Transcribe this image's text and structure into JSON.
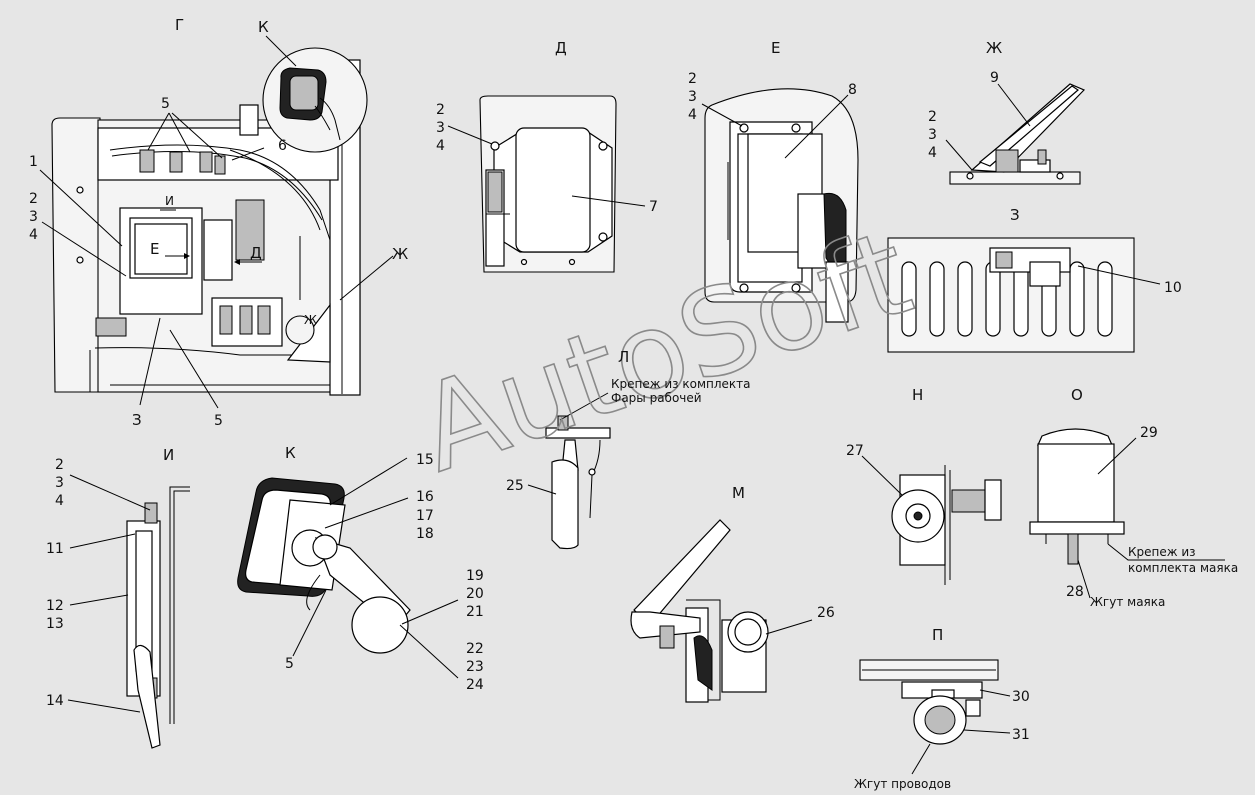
{
  "views": {
    "g": "Г",
    "k_top": "К",
    "d": "Д",
    "e": "Е",
    "zh": "Ж",
    "z": "З",
    "i": "И",
    "k": "К",
    "l": "Л",
    "m": "М",
    "n": "Н",
    "o": "О",
    "p": "П"
  },
  "inline_labels": {
    "e_box": "Е",
    "d_arrow": "Д",
    "i_arrow": "И",
    "zh_arrow": "Ж"
  },
  "callouts": {
    "n1": "1",
    "n2": "2",
    "n3": "3",
    "n4": "4",
    "n5": "5",
    "n6": "6",
    "n7": "7",
    "n8": "8",
    "n9": "9",
    "n10": "10",
    "n11": "11",
    "n12": "12",
    "n13": "13",
    "n14": "14",
    "n15": "15",
    "n16": "16",
    "n17": "17",
    "n18": "18",
    "n19": "19",
    "n20": "20",
    "n21": "21",
    "n22": "22",
    "n23": "23",
    "n24": "24",
    "n25": "25",
    "n26": "26",
    "n27": "27",
    "n28": "28",
    "n29": "29",
    "n30": "30",
    "n31": "31"
  },
  "notes": {
    "l_fastener_1": "Крепеж из комплекта",
    "l_fastener_2": "Фары рабочей",
    "o_fastener_1": "Крепеж из",
    "o_fastener_2": "комплекта маяка",
    "o_harness": "Жгут маяка",
    "p_harness": "Жгут проводов"
  },
  "watermark": "AutoSoft"
}
